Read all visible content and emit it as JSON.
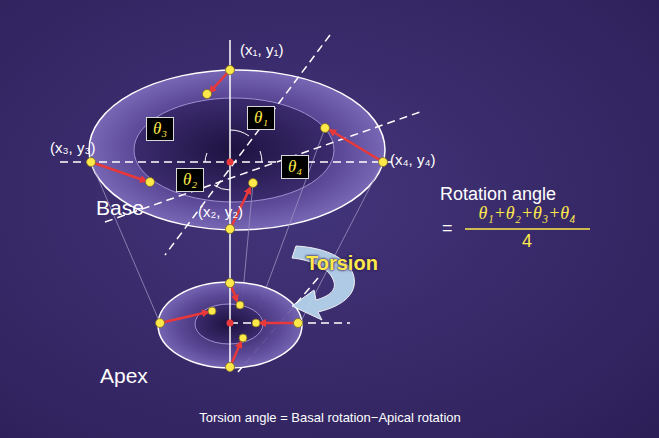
{
  "diagram": {
    "nodes": [
      {
        "text": [
          "θ₁"
        ]
      },
      {
        "text": [
          "θ₂"
        ]
      },
      {
        "text": [
          "θ₃"
        ]
      },
      {
        "text": [
          "θ₄"
        ]
      }
    ],
    "labels": [
      "(x₁, y₁)",
      "(x₂, y₂)",
      "(x₃, y₃)",
      "(x₄, y₄)",
      "Base",
      "Apex",
      "Rotation angle",
      "=",
      "θ₁+θ₂+θ₃+θ₄",
      "4",
      "Torsion",
      "Torsion angle = Basal rotation−Apical rotation"
    ]
  }
}
